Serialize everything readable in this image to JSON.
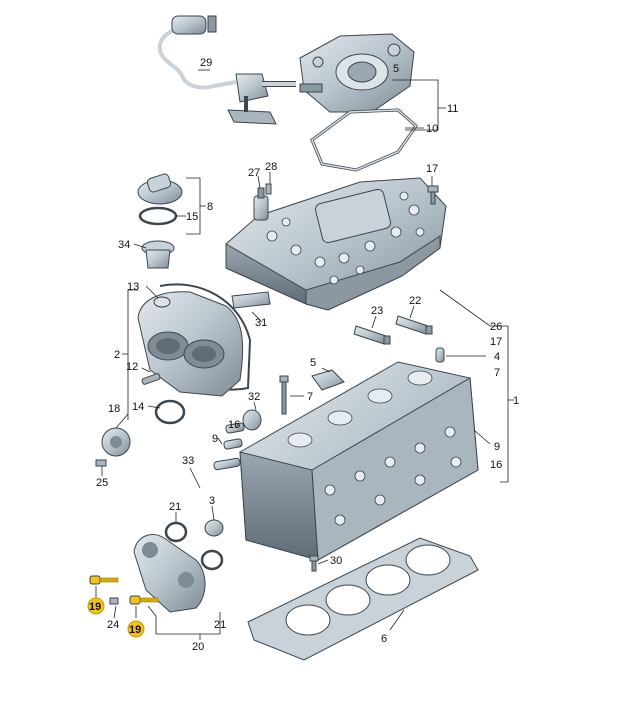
{
  "colors": {
    "metal": "#b8c4cc",
    "metal_dark": "#7f8c95",
    "metal_light": "#dde4e8",
    "outline": "#3a4650",
    "highlight": "#f2c21b"
  },
  "labels": [
    {
      "id": "29",
      "text": "29"
    },
    {
      "id": "11",
      "text": "11"
    },
    {
      "id": "10",
      "text": "10"
    },
    {
      "id": "28",
      "text": "28"
    },
    {
      "id": "27",
      "text": "27"
    },
    {
      "id": "17a",
      "text": "17"
    },
    {
      "id": "5a",
      "text": "5"
    },
    {
      "id": "8",
      "text": "8"
    },
    {
      "id": "15",
      "text": "15"
    },
    {
      "id": "34",
      "text": "34"
    },
    {
      "id": "13",
      "text": "13"
    },
    {
      "id": "31",
      "text": "31"
    },
    {
      "id": "23",
      "text": "23"
    },
    {
      "id": "22",
      "text": "22"
    },
    {
      "id": "26",
      "text": "26"
    },
    {
      "id": "17b",
      "text": "17"
    },
    {
      "id": "4",
      "text": "4"
    },
    {
      "id": "2",
      "text": "2"
    },
    {
      "id": "5b",
      "text": "5"
    },
    {
      "id": "7a",
      "text": "7"
    },
    {
      "id": "12",
      "text": "12"
    },
    {
      "id": "32",
      "text": "32"
    },
    {
      "id": "7b",
      "text": "7"
    },
    {
      "id": "1",
      "text": "1"
    },
    {
      "id": "18",
      "text": "18"
    },
    {
      "id": "14",
      "text": "14"
    },
    {
      "id": "16a",
      "text": "16"
    },
    {
      "id": "9a",
      "text": "9"
    },
    {
      "id": "9b",
      "text": "9"
    },
    {
      "id": "16b",
      "text": "16"
    },
    {
      "id": "25",
      "text": "25"
    },
    {
      "id": "33",
      "text": "33"
    },
    {
      "id": "3",
      "text": "3"
    },
    {
      "id": "21a",
      "text": "21"
    },
    {
      "id": "30",
      "text": "30"
    },
    {
      "id": "19a",
      "text": "19"
    },
    {
      "id": "24",
      "text": "24"
    },
    {
      "id": "19b",
      "text": "19"
    },
    {
      "id": "21b",
      "text": "21"
    },
    {
      "id": "6",
      "text": "6"
    },
    {
      "id": "20",
      "text": "20"
    }
  ]
}
